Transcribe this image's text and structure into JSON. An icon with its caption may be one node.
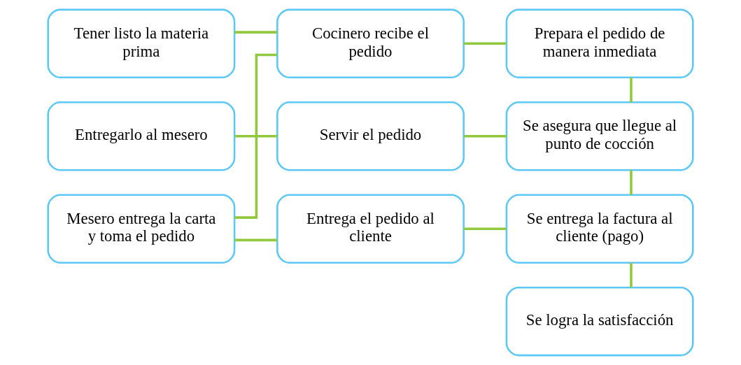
{
  "diagram": {
    "nodes": [
      {
        "text": [
          "Tener listo la materia prima"
        ]
      },
      {
        "text": [
          "Cocinero recibe el pedido"
        ]
      },
      {
        "text": [
          "Prepara el pedido de manera inmediata"
        ]
      },
      {
        "text": [
          "Entregarlo al mesero"
        ]
      },
      {
        "text": [
          "Servir el pedido"
        ]
      },
      {
        "text": [
          "Se asegura que llegue al punto de cocción"
        ]
      },
      {
        "text": [
          "Mesero entrega la carta y toma el pedido"
        ]
      },
      {
        "text": [
          "Entrega el pedido al cliente"
        ]
      },
      {
        "text": [
          "Se entrega la factura al cliente (pago)"
        ]
      },
      {
        "text": [
          "Se logra la satisfacción"
        ]
      }
    ],
    "edges": [
      {
        "from": 0,
        "to": 1,
        "arrow": "none"
      },
      {
        "from": 1,
        "to": 2,
        "arrow": "none"
      },
      {
        "from": 2,
        "to": 5,
        "arrow": "none"
      },
      {
        "from": 5,
        "to": 4,
        "arrow": "none"
      },
      {
        "from": 4,
        "to": 3,
        "arrow": "none"
      },
      {
        "from": 6,
        "to": 1,
        "arrow": "none"
      },
      {
        "from": 6,
        "to": 7,
        "arrow": "none"
      },
      {
        "from": 7,
        "to": 8,
        "arrow": "none"
      },
      {
        "from": 5,
        "to": 8,
        "arrow": "none"
      },
      {
        "from": 8,
        "to": 9,
        "arrow": "none"
      }
    ]
  }
}
